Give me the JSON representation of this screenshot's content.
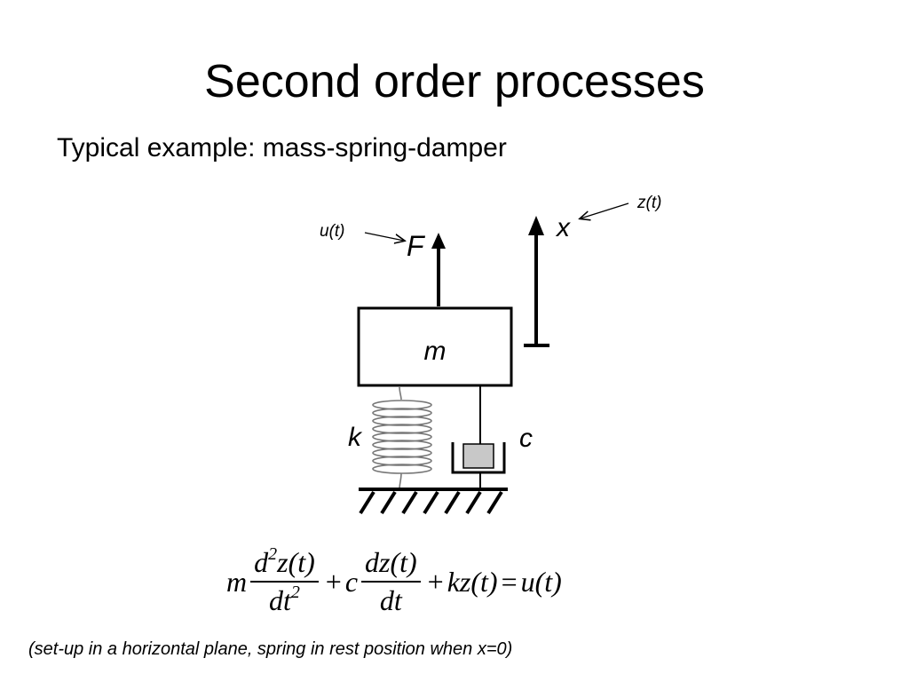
{
  "slide": {
    "title": "Second order processes",
    "subtitle": "Typical example: mass-spring-damper",
    "note": "(set-up in a horizontal plane, spring in rest position when x=0)"
  },
  "diagram": {
    "force_symbol": "F",
    "input_label": "u(t)",
    "displacement_symbol": "x",
    "output_label": "z(t)",
    "mass_label": "m",
    "spring_label": "k",
    "damper_label": "c"
  },
  "equation": {
    "m": "m",
    "term1_num": "d",
    "term1_num_exp": "2",
    "term1_num_tail": "z(t)",
    "term1_den": "dt",
    "term1_den_exp": "2",
    "plus1": "+",
    "c": "c",
    "term2_num": "dz(t)",
    "term2_den": "dt",
    "plus2": "+",
    "kz": "kz(t)",
    "equals": "=",
    "rhs": "u(t)"
  }
}
